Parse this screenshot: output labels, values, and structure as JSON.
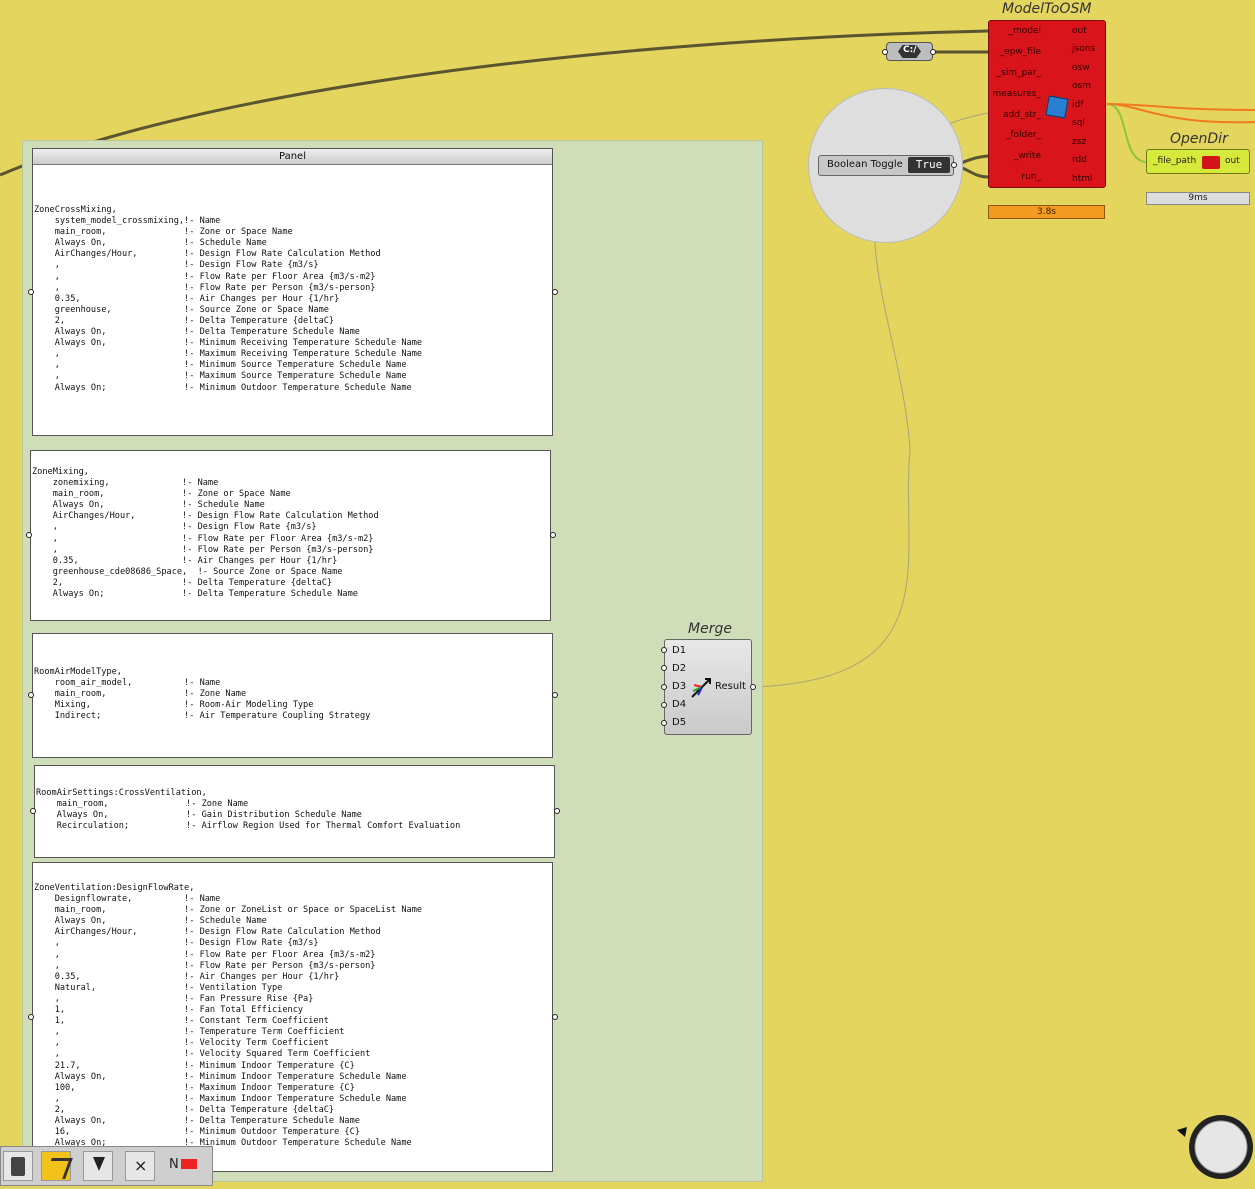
{
  "model_to_osm": {
    "title": "ModelToOSM",
    "inputs": [
      "_model",
      "_epw_file",
      "_sim_par_",
      "measures_",
      "add_str_",
      "_folder_",
      "_write",
      "run_"
    ],
    "outputs": [
      "out",
      "jsons",
      "osw",
      "osm",
      "idf",
      "sql",
      "zsz",
      "rdd",
      "html"
    ],
    "time": "3.8s"
  },
  "file_path_param": {
    "icon": "file-path-icon",
    "label": "C:/"
  },
  "boolean_toggle": {
    "label": "Boolean Toggle",
    "value": "True"
  },
  "open_dir": {
    "title": "OpenDir",
    "input": "_file_path",
    "output": "out",
    "time": "9ms"
  },
  "panel_group": {
    "first_panel_header": "Panel",
    "panels": [
      "ZoneCrossMixing,\n    system_model_crossmixing,!- Name\n    main_room,               !- Zone or Space Name\n    Always On,               !- Schedule Name\n    AirChanges/Hour,         !- Design Flow Rate Calculation Method\n    ,                        !- Design Flow Rate {m3/s}\n    ,                        !- Flow Rate per Floor Area {m3/s-m2}\n    ,                        !- Flow Rate per Person {m3/s-person}\n    0.35,                    !- Air Changes per Hour {1/hr}\n    greenhouse,              !- Source Zone or Space Name\n    2,                       !- Delta Temperature {deltaC}\n    Always On,               !- Delta Temperature Schedule Name\n    Always On,               !- Minimum Receiving Temperature Schedule Name\n    ,                        !- Maximum Receiving Temperature Schedule Name\n    ,                        !- Minimum Source Temperature Schedule Name\n    ,                        !- Maximum Source Temperature Schedule Name\n    Always On;               !- Minimum Outdoor Temperature Schedule Name",
      "ZoneMixing,\n    zonemixing,              !- Name\n    main_room,               !- Zone or Space Name\n    Always On,               !- Schedule Name\n    AirChanges/Hour,         !- Design Flow Rate Calculation Method\n    ,                        !- Design Flow Rate {m3/s}\n    ,                        !- Flow Rate per Floor Area {m3/s-m2}\n    ,                        !- Flow Rate per Person {m3/s-person}\n    0.35,                    !- Air Changes per Hour {1/hr}\n    greenhouse_cde08686_Space,  !- Source Zone or Space Name\n    2,                       !- Delta Temperature {deltaC}\n    Always On;               !- Delta Temperature Schedule Name",
      "RoomAirModelType,\n    room_air_model,          !- Name\n    main_room,               !- Zone Name\n    Mixing,                  !- Room-Air Modeling Type\n    Indirect;                !- Air Temperature Coupling Strategy",
      "RoomAirSettings:CrossVentilation,\n    main_room,               !- Zone Name\n    Always On,               !- Gain Distribution Schedule Name\n    Recirculation;           !- Airflow Region Used for Thermal Comfort Evaluation",
      "ZoneVentilation:DesignFlowRate,\n    Designflowrate,          !- Name\n    main_room,               !- Zone or ZoneList or Space or SpaceList Name\n    Always On,               !- Schedule Name\n    AirChanges/Hour,         !- Design Flow Rate Calculation Method\n    ,                        !- Design Flow Rate {m3/s}\n    ,                        !- Flow Rate per Floor Area {m3/s-m2}\n    ,                        !- Flow Rate per Person {m3/s-person}\n    0.35,                    !- Air Changes per Hour {1/hr}\n    Natural,                 !- Ventilation Type\n    ,                        !- Fan Pressure Rise {Pa}\n    1,                       !- Fan Total Efficiency\n    1,                       !- Constant Term Coefficient\n    ,                        !- Temperature Term Coefficient\n    ,                        !- Velocity Term Coefficient\n    ,                        !- Velocity Squared Term Coefficient\n    21.7,                    !- Minimum Indoor Temperature {C}\n    Always On,               !- Minimum Indoor Temperature Schedule Name\n    100,                     !- Maximum Indoor Temperature {C}\n    ,                        !- Maximum Indoor Temperature Schedule Name\n    2,                       !- Delta Temperature {deltaC}\n    Always On,               !- Delta Temperature Schedule Name\n    16,                      !- Minimum Outdoor Temperature {C}\n    Always On;               !- Minimum Outdoor Temperature Schedule Name"
    ]
  },
  "merge": {
    "title": "Merge",
    "inputs": [
      "D1",
      "D2",
      "D3",
      "D4",
      "D5"
    ],
    "output": "Result"
  },
  "canvas_colors": {
    "background": "#e3d55d",
    "group": "#cfddb8",
    "wire": "#5a5530",
    "selected_wire": "#f07a1e"
  },
  "toolbar": {
    "icons": [
      "panel-tool-icon",
      "wires-tool-icon",
      "bake-tool-icon",
      "close-tool-icon",
      "null-tool-icon"
    ]
  }
}
